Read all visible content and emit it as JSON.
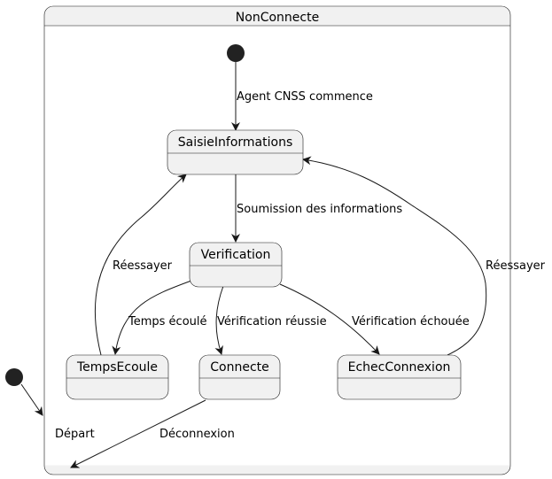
{
  "composite": {
    "title": "NonConnecte"
  },
  "states": {
    "saisie": "SaisieInformations",
    "verification": "Verification",
    "temps": "TempsEcoule",
    "connecte": "Connecte",
    "echec": "EchecConnexion"
  },
  "transitions": {
    "start_to_saisie": "Agent CNSS commence",
    "saisie_to_verification": "Soumission des informations",
    "temps_retry": "Réessayer",
    "echec_retry": "Réessayer",
    "verification_to_temps": "Temps écoulé",
    "verification_to_connecte": "Vérification réussie",
    "verification_to_echec": "Vérification échouée",
    "outer_start": "Départ",
    "connecte_to_exit": "Déconnexion"
  },
  "colors": {
    "state_fill": "#f1f1f1",
    "border": "#181818",
    "initial_marker": "#222222"
  }
}
